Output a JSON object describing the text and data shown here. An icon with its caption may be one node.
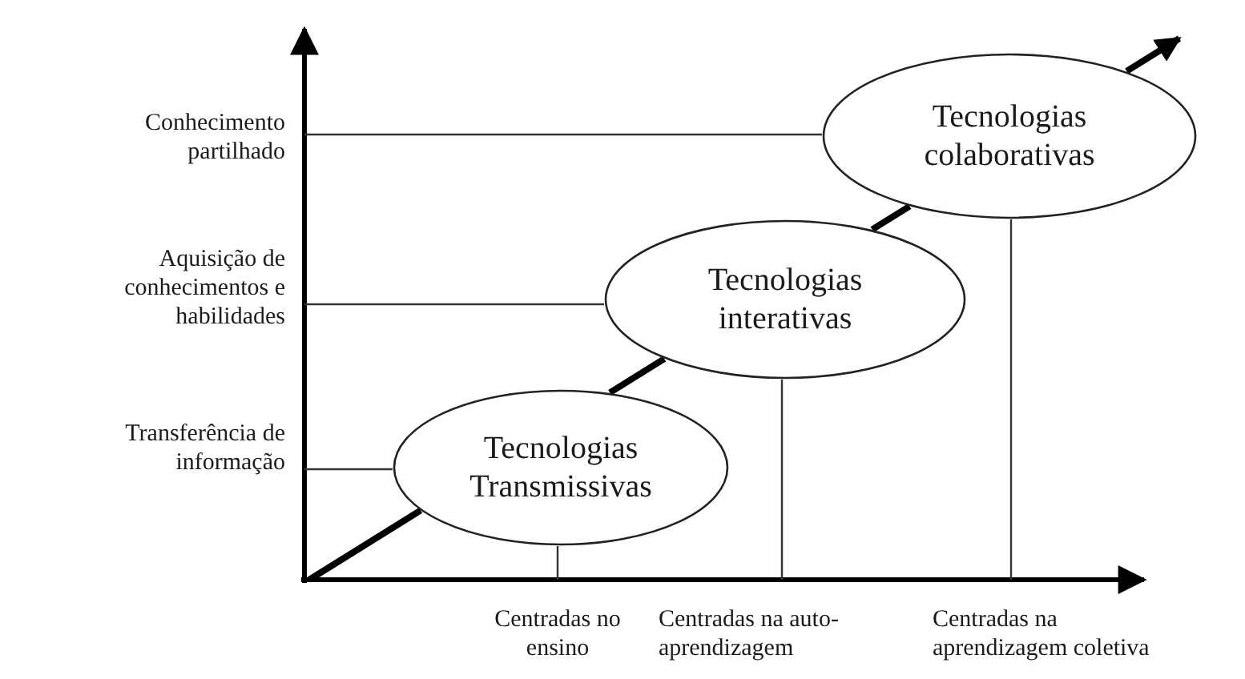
{
  "diagram": {
    "nodes": [
      {
        "text": [
          "Tecnologias Transmissivas"
        ]
      },
      {
        "text": [
          "Tecnologias interativas"
        ]
      },
      {
        "text": [
          "Tecnologias colaborativas"
        ]
      }
    ],
    "edges": [
      {
        "from": null,
        "to": 0,
        "arrow": "none"
      },
      {
        "from": 0,
        "to": 1,
        "arrow": "none"
      },
      {
        "from": 1,
        "to": 2,
        "arrow": "none"
      },
      {
        "from": 2,
        "to": null,
        "arrow": "to"
      }
    ],
    "labels": [
      "Conhecimento partilhado",
      "Aquisição de conhecimentos e habilidades",
      "Transferência de informação",
      "Centradas no ensino",
      "Centradas na auto-aprendizagem",
      "Centradas na aprendizagem coletiva"
    ]
  }
}
